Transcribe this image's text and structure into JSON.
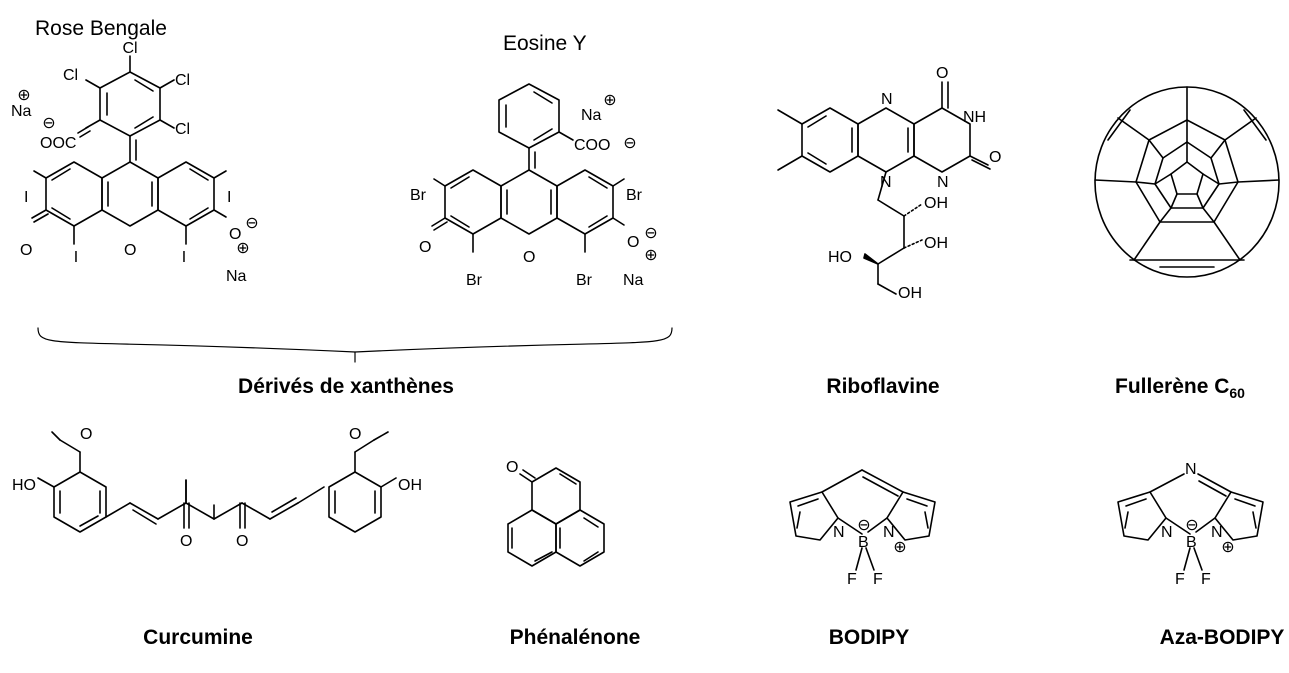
{
  "top_labels": {
    "rose_bengale": "Rose Bengale",
    "eosine_y": "Eosine Y"
  },
  "captions": {
    "xanthenes": "Dérivés de xanthènes",
    "riboflavine": "Riboflavine",
    "fullerene": "Fullerène C",
    "fullerene_sub": "60",
    "curcumine": "Curcumine",
    "phenalenone": "Phénalénone",
    "bodipy": "BODIPY",
    "aza_bodipy": "Aza-BODIPY"
  },
  "atoms": {
    "cl": "Cl",
    "na": "Na",
    "o": "O",
    "i": "I",
    "br": "Br",
    "ooc": "OOC",
    "coo": "COO",
    "n": "N",
    "nh": "NH",
    "oh": "OH",
    "ho": "HO",
    "b": "B",
    "f": "F"
  },
  "charges": {
    "plus": "⊕",
    "minus": "⊖"
  }
}
